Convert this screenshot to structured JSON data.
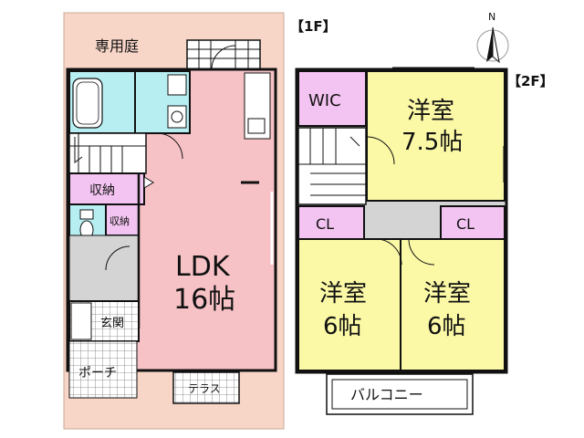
{
  "floor1": {
    "tag": "【1F】",
    "garden": "専用庭",
    "storage_main": "収納",
    "storage_small": "収納",
    "ldk_line1": "LDK",
    "ldk_line2": "16帖",
    "entrance": "玄関",
    "porch": "ポーチ",
    "terrace": "テラス"
  },
  "floor2": {
    "tag": "【2F】",
    "wic": "WIC",
    "room_large_line1": "洋室",
    "room_large_line2": "7.5帖",
    "cl_left": "CL",
    "cl_right": "CL",
    "room_left_line1": "洋室",
    "room_left_line2": "6帖",
    "room_right_line1": "洋室",
    "room_right_line2": "6帖",
    "balcony": "バルコニー"
  },
  "compass": {
    "label": "N",
    "icon": "north-arrow-icon"
  },
  "colors": {
    "garden": "#f7d5c7",
    "ldk": "#f7c2c6",
    "bath": "#b7eef2",
    "storage": "#f3c4f1",
    "room": "#fbf9a6",
    "hall": "#d4d4d4",
    "wall": "#111111"
  }
}
